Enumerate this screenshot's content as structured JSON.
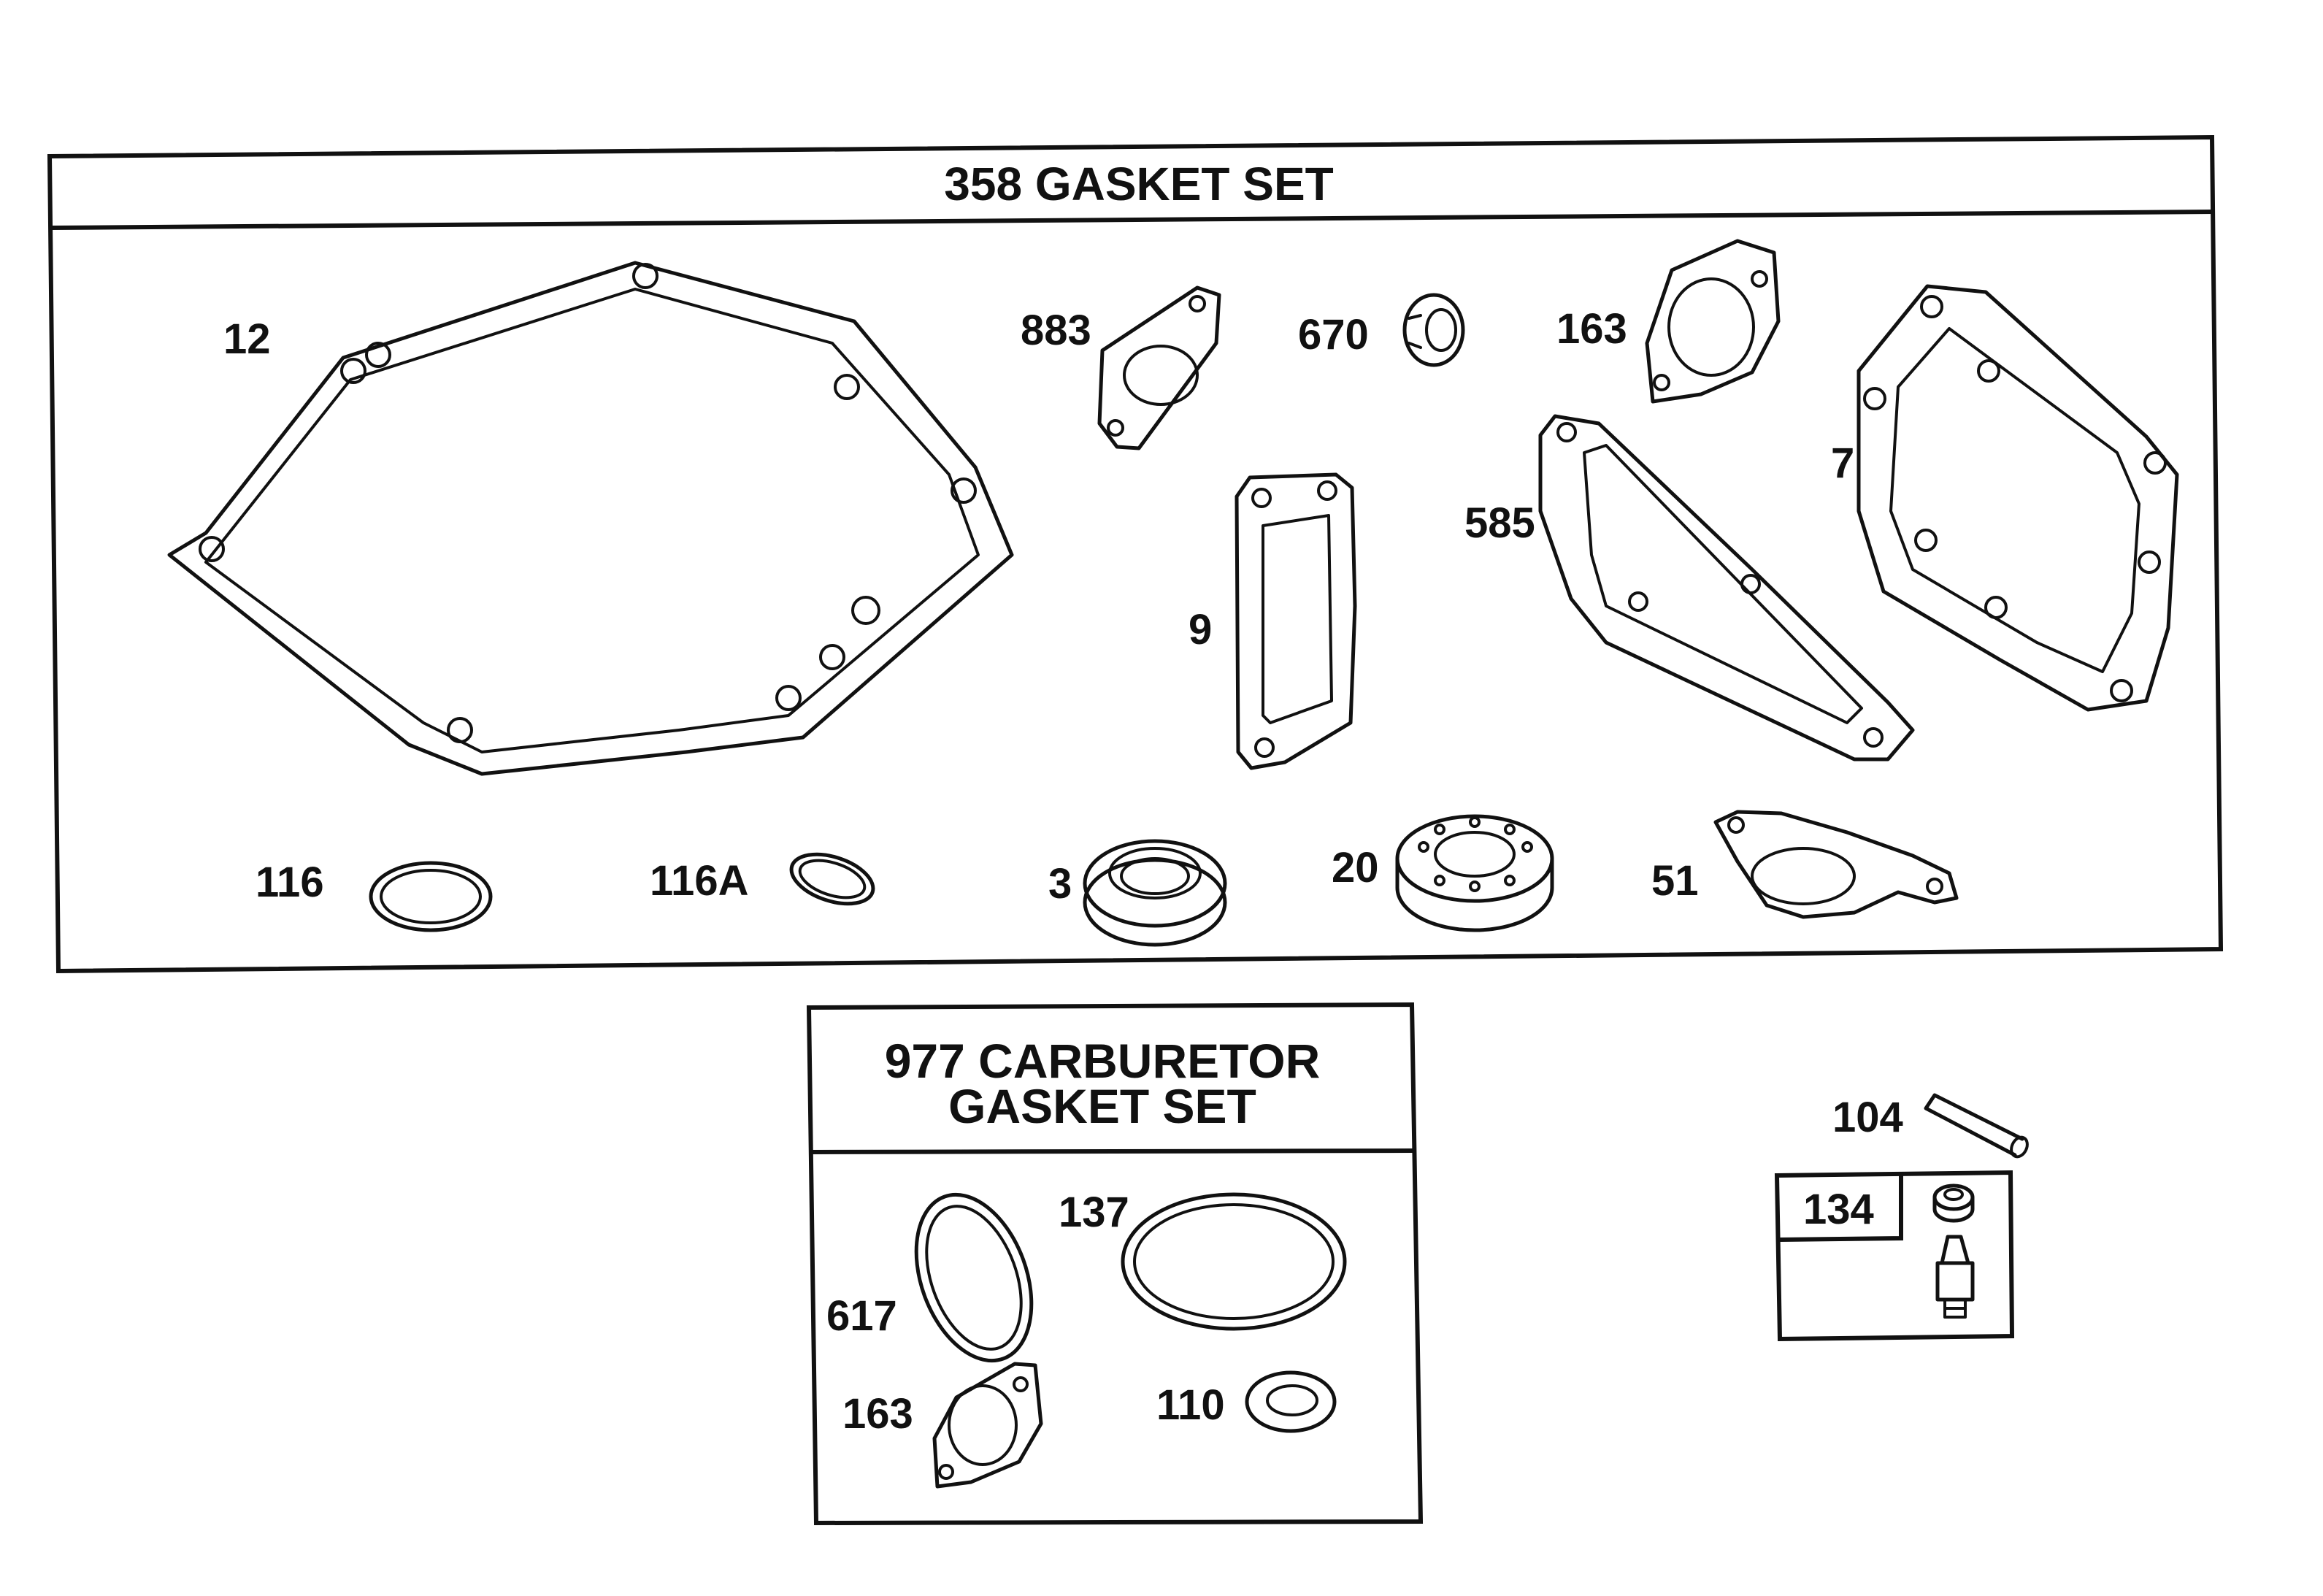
{
  "gasket_set": {
    "title": "358 GASKET SET",
    "parts": [
      "12",
      "883",
      "670",
      "163",
      "7",
      "9",
      "585",
      "116",
      "116A",
      "3",
      "20",
      "51"
    ]
  },
  "carburetor_set": {
    "title_line1": "977 CARBURETOR",
    "title_line2": "GASKET SET",
    "parts": [
      "137",
      "617",
      "163",
      "110"
    ]
  },
  "loose_parts": {
    "pin": "104",
    "kit": "134"
  }
}
